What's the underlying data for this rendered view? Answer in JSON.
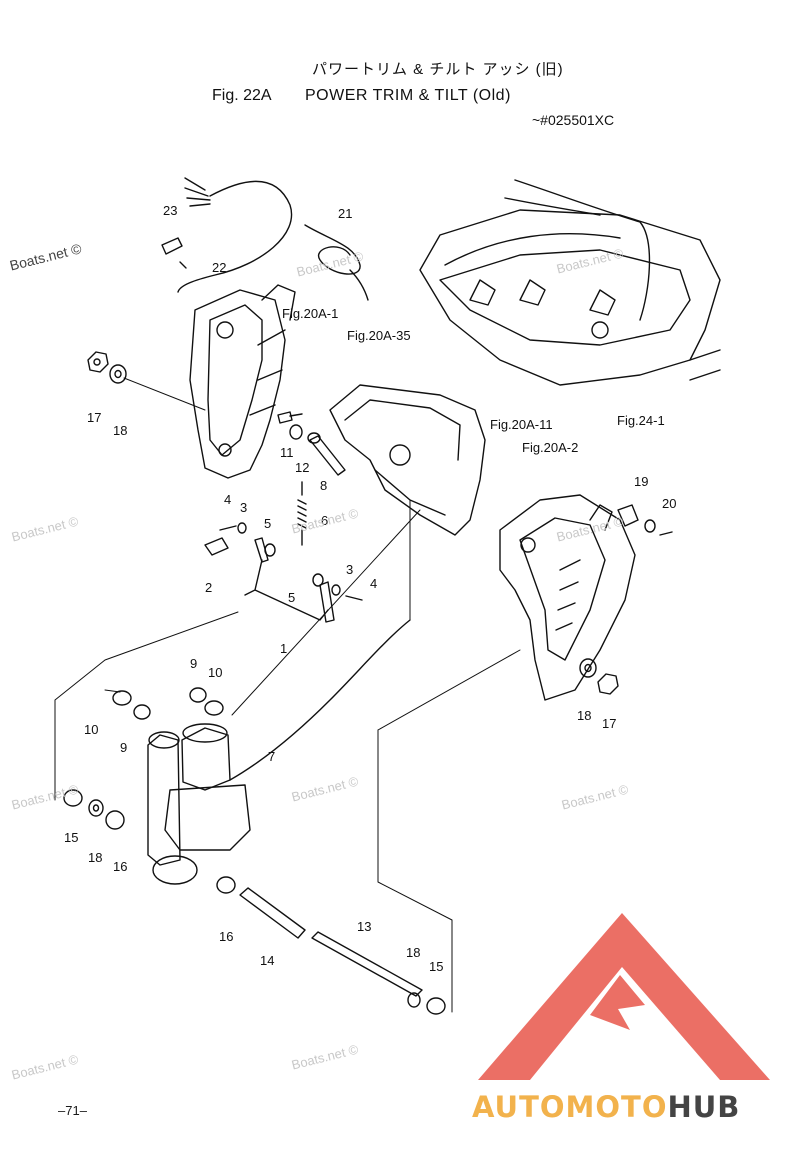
{
  "header": {
    "jp_title": "パワートリム & チルト アッシ (旧)",
    "fig_no": "Fig. 22A",
    "fig_name": "POWER TRIM & TILT (Old)",
    "serial": "~#025501XC"
  },
  "page_no": "–71–",
  "watermark": "Boats.net ©",
  "callouts": [
    "1",
    "2",
    "3",
    "3",
    "4",
    "4",
    "5",
    "5",
    "6",
    "7",
    "8",
    "9",
    "9",
    "10",
    "10",
    "11",
    "12",
    "13",
    "14",
    "15",
    "15",
    "16",
    "16",
    "17",
    "17",
    "18",
    "18",
    "18",
    "18",
    "19",
    "20",
    "21",
    "22",
    "23"
  ],
  "refs": [
    "Fig.20A-1",
    "Fig.20A-35",
    "Fig.20A-11",
    "Fig.20A-2",
    "Fig.24-1"
  ],
  "logo": {
    "part_a": "AUTOMOTO",
    "part_b": "HUB",
    "color_a": "#f2b24c",
    "color_b": "#444444",
    "mark_color": "#e8564a"
  }
}
